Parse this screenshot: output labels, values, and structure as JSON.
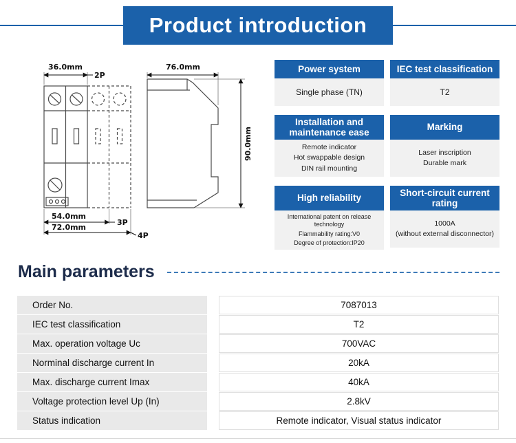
{
  "page": {
    "title": "Product introduction"
  },
  "diagram": {
    "dim_width_2p": "36.0mm",
    "label_2p": "2P",
    "dim_width_side": "76.0mm",
    "dim_height": "90.0mm",
    "dim_width_3p": "54.0mm",
    "label_3p": "3P",
    "dim_width_4p": "72.0mm",
    "label_4p": "4P"
  },
  "features": [
    {
      "title": "Power system",
      "lines": [
        "Single phase (TN)"
      ]
    },
    {
      "title": "IEC test classification",
      "lines": [
        "T2"
      ]
    },
    {
      "title": "Installation and maintenance ease",
      "lines": [
        "Remote indicator",
        "Hot swappable design",
        "DIN rail mounting"
      ]
    },
    {
      "title": "Marking",
      "lines": [
        "Laser inscription",
        "Durable mark"
      ]
    },
    {
      "title": "High reliability",
      "lines": [
        "International patent on release technology",
        "Flammability rating:V0",
        "Degree of protection:IP20"
      ]
    },
    {
      "title": "Short-circuit current rating",
      "lines": [
        "1000A",
        "(without external disconnector)"
      ]
    }
  ],
  "section": {
    "title": "Main parameters"
  },
  "parameters": {
    "rows": [
      {
        "label": "Order No.",
        "value": "7087013"
      },
      {
        "label": "IEC test classification",
        "value": "T2"
      },
      {
        "label": "Max. operation voltage Uc",
        "value": "700VAC"
      },
      {
        "label": "Norminal discharge current In",
        "value": "20kA"
      },
      {
        "label": "Max. discharge current Imax",
        "value": "40kA"
      },
      {
        "label": "Voltage protection level Up (In)",
        "value": "2.8kV"
      },
      {
        "label": "Status indication",
        "value": "Remote indicator, Visual status indicator"
      }
    ]
  },
  "colors": {
    "accent_blue": "#1b61aa",
    "card_body_bg": "#f1f1f1",
    "table_label_bg": "#e9e9e9"
  }
}
